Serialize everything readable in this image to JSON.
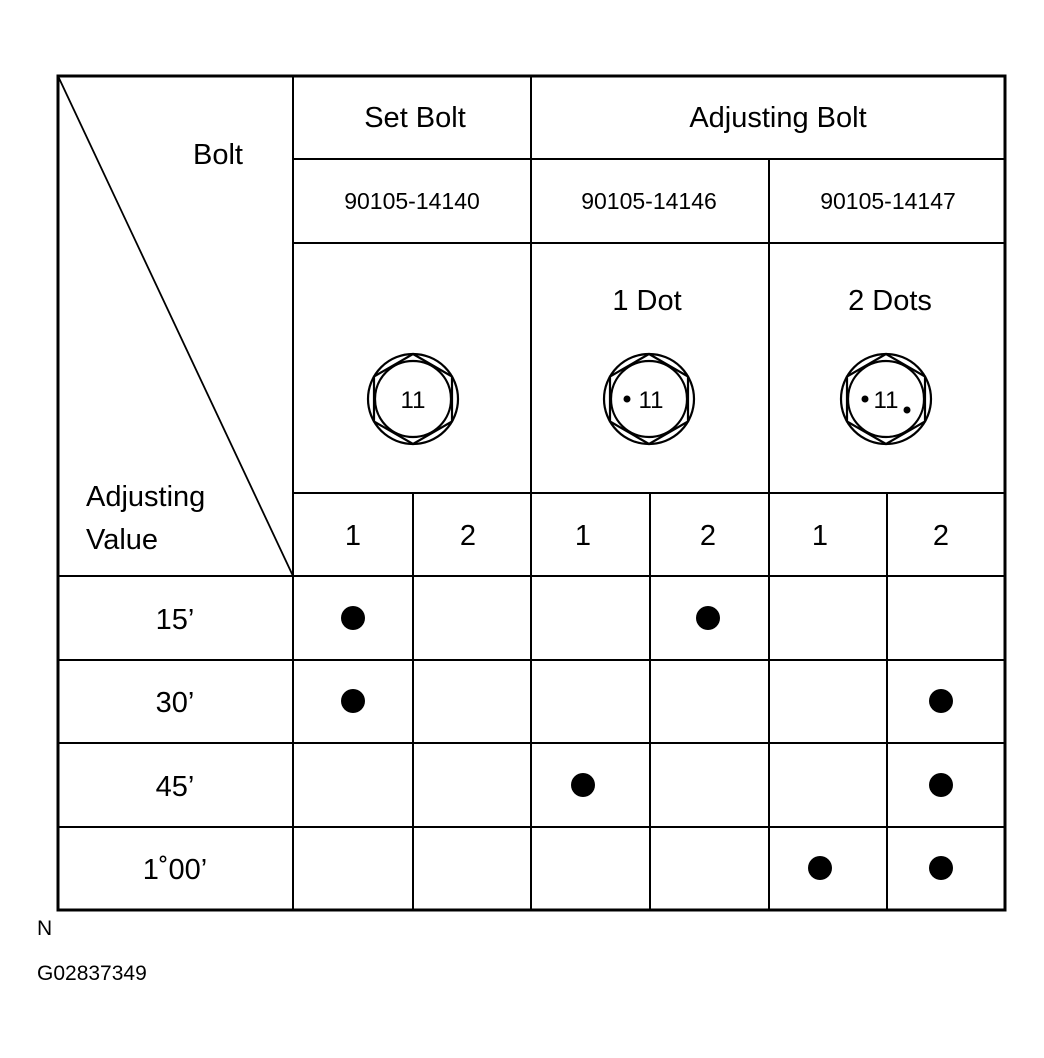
{
  "table": {
    "corner": {
      "top_label": "Bolt",
      "bottom_label_line1": "Adjusting",
      "bottom_label_line2": "Value"
    },
    "groups": [
      {
        "label": "Set Bolt",
        "span": 1
      },
      {
        "label": "Adjusting Bolt",
        "span": 2
      }
    ],
    "bolts": [
      {
        "part_number": "90105-14140",
        "mark": "",
        "head_number": "11",
        "dots": 0
      },
      {
        "part_number": "90105-14146",
        "mark": "1 Dot",
        "head_number": "11",
        "dots": 1
      },
      {
        "part_number": "90105-14147",
        "mark": "2 Dots",
        "head_number": "11",
        "dots": 2
      }
    ],
    "sub_columns": [
      "1",
      "2",
      "1",
      "2",
      "1",
      "2"
    ],
    "rows": [
      {
        "value": "15’",
        "marks": [
          true,
          false,
          false,
          true,
          false,
          false
        ]
      },
      {
        "value": "30’",
        "marks": [
          true,
          false,
          false,
          false,
          false,
          true
        ]
      },
      {
        "value": "45’",
        "marks": [
          false,
          false,
          true,
          false,
          false,
          true
        ]
      },
      {
        "value": "1˚00’",
        "marks": [
          false,
          false,
          false,
          false,
          true,
          true
        ]
      }
    ]
  },
  "footer": {
    "orientation": "N",
    "figure_id": "G02837349"
  },
  "colors": {
    "line": "#000000",
    "background": "#ffffff",
    "dot": "#000000"
  }
}
